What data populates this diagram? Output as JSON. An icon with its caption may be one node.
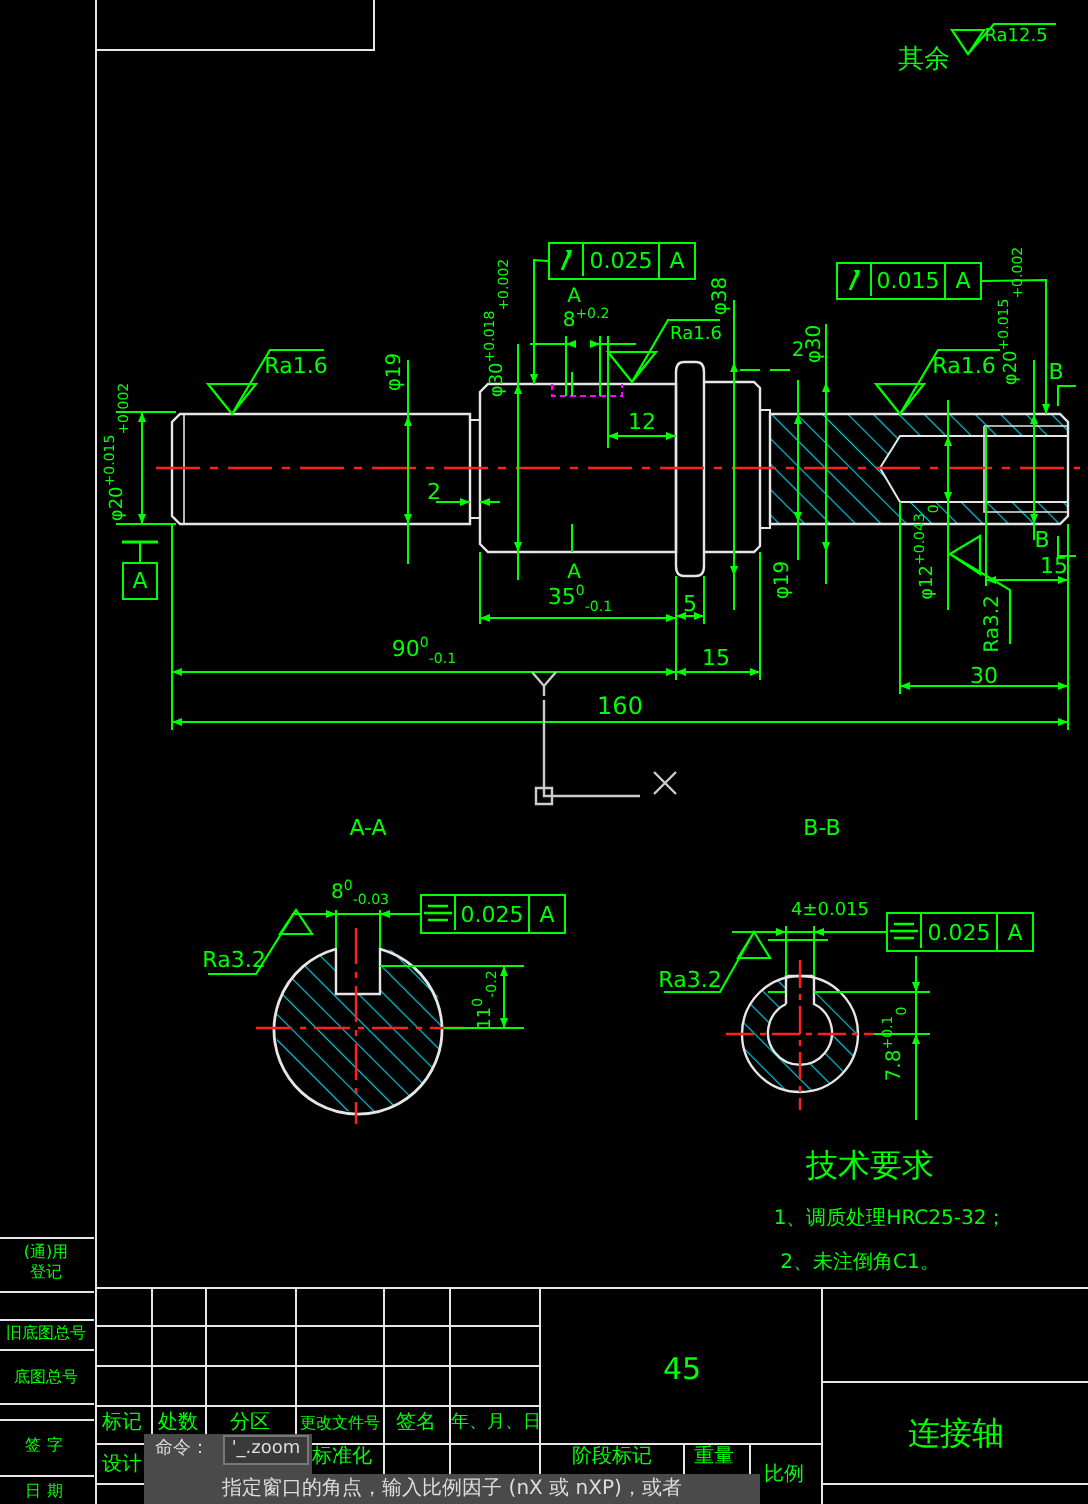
{
  "diagram": {
    "nodes": [
      {
        "text": [
          "0.025",
          "A"
        ]
      },
      {
        "text": [
          "0.015",
          "A"
        ]
      },
      {
        "text": [
          "A"
        ]
      },
      {
        "text": [
          "0.025",
          "A"
        ]
      },
      {
        "text": [
          "0.025",
          "A"
        ]
      },
      {
        "text": [],
        "shape": "picture"
      }
    ],
    "edges": [
      {
        "from": 0,
        "to": 5,
        "arrow": "to"
      },
      {
        "from": 1,
        "to": 5,
        "arrow": "to"
      },
      {
        "from": 2,
        "to": null,
        "arrow": "none"
      }
    ],
    "labels": [
      "其余",
      "Ra12.5",
      "Ra1.6",
      "φ19",
      "φ20$^{+0.015}$$_{+0.002}$",
      "2",
      "φ30$^{+0.018}$$_{+0.002}$",
      "A",
      "8$^{+0.2}$",
      "Ra1.6",
      "φ38",
      "2",
      "φ30",
      "Ra1.6",
      "φ20$^{+0.015}$$_{+0.002}$",
      "B",
      "12",
      "A",
      "35$^{0}$$_{-0.1}$",
      "5",
      "15",
      "φ19",
      "φ12$^{+0.043}$$_{0}$",
      "Ra3.2",
      "15",
      "B",
      "30",
      "90$^{0}$$_{-0.1}$",
      "160",
      "A-A",
      "8$^{0}$$_{-0.03}$",
      "Ra3.2",
      "11$^{0}$$_{-0.2}$",
      "B-B",
      "4±0.015",
      "Ra3.2",
      "7.8$^{+0.1}$$_{0}$",
      "技术要求",
      "1、调质处理HRC25-32；",
      "(通)用登记",
      "2、未注倒角C1。",
      "旧底图总号",
      "底图总号",
      "签 字",
      "日 期",
      "标记",
      "处数",
      "分区",
      "更改文件号",
      "签名",
      "年、月、日",
      "设计",
      "标准化",
      "45",
      "阶段标记",
      "重量",
      "比例",
      "连接轴",
      "命令：",
      "'_.zoom",
      "指定窗口的角点，输入比例因子 (nX 或 nXP)，或者"
    ]
  }
}
